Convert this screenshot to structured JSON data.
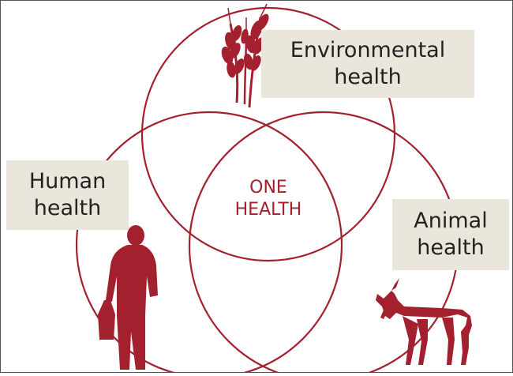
{
  "diagram": {
    "center": {
      "line1": "ONE",
      "line2": "HEALTH"
    },
    "environmental": {
      "line1": "Environmental",
      "line2": "health",
      "icon": "wheat-icon"
    },
    "human": {
      "line1": "Human",
      "line2": "health",
      "icon": "person-icon"
    },
    "animal": {
      "line1": "Animal",
      "line2": "health",
      "icon": "goat-icon"
    },
    "colors": {
      "accent": "#a3212e",
      "label_bg": "#ebe6dc",
      "text": "#222222"
    }
  }
}
